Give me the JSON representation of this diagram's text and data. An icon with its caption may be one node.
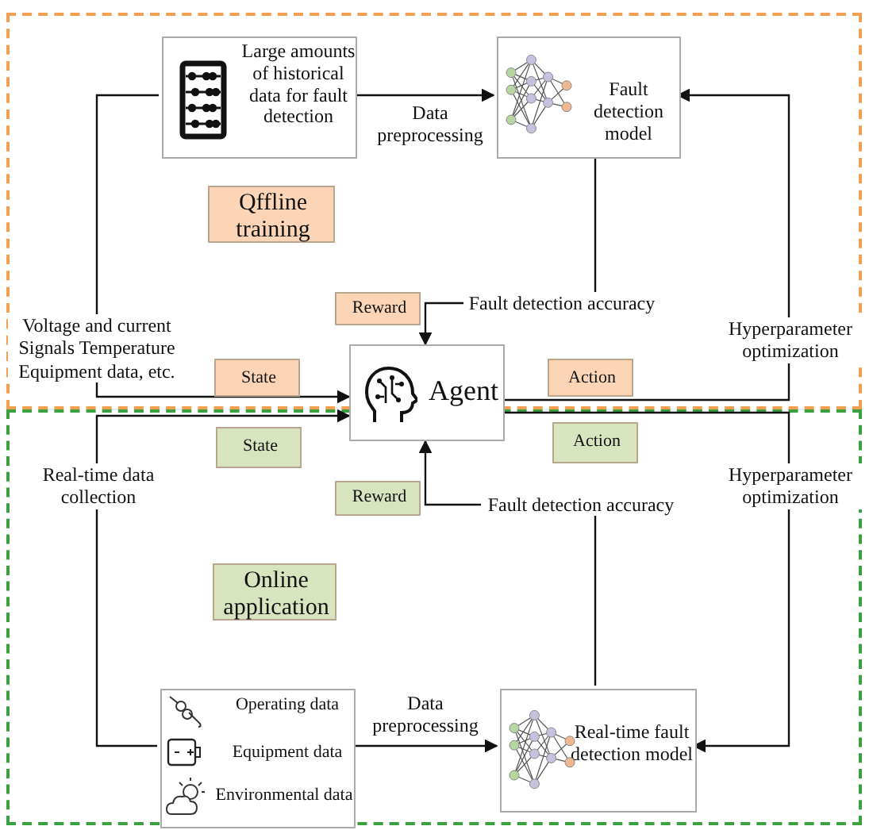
{
  "diagram": {
    "nodes": [
      {
        "text": [],
        "shape": "box"
      },
      {
        "text": [
          "Large amounts of historical data for fault detection"
        ],
        "in": 0
      },
      {
        "text": [
          "Fault detection model"
        ],
        "in": 0
      },
      {
        "text": [
          "Qffline training"
        ],
        "in": 0
      },
      {
        "text": [
          "Reward"
        ],
        "in": 0
      },
      {
        "text": [
          "State"
        ],
        "in": 0
      },
      {
        "text": [
          "Action"
        ],
        "in": 0
      },
      {
        "text": [
          "Agent"
        ]
      },
      {
        "text": [],
        "shape": "box"
      },
      {
        "text": [
          "State"
        ],
        "in": 8
      },
      {
        "text": [
          "Action"
        ],
        "in": 8
      },
      {
        "text": [
          "Reward"
        ],
        "in": 8
      },
      {
        "text": [
          "Online application"
        ],
        "in": 8
      },
      {
        "text": [
          "Operating data",
          "Equipment data",
          "Environmental data"
        ],
        "in": 8
      },
      {
        "text": [
          "Real-time fault detection model"
        ],
        "in": 8
      }
    ],
    "edges": [
      {
        "from": 1,
        "to": 2,
        "arrow": "to",
        "label": "Data preprocessing"
      },
      {
        "from": 1,
        "to": 7,
        "arrow": "to",
        "label": "Voltage and current Signals Temperature Equipment data, etc."
      },
      {
        "from": 2,
        "to": 7,
        "arrow": "to",
        "label": "Fault detection accuracy"
      },
      {
        "from": 7,
        "to": 2,
        "arrow": "to",
        "label": "Hyperparameter optimization"
      },
      {
        "from": 13,
        "to": 7,
        "arrow": "to",
        "label": "Real-time data collection"
      },
      {
        "from": 14,
        "to": 7,
        "arrow": "to",
        "label": "Fault detection accuracy"
      },
      {
        "from": 7,
        "to": 14,
        "arrow": "to",
        "label": "Hyperparameter optimization"
      },
      {
        "from": 13,
        "to": 14,
        "arrow": "to",
        "label": "Data preprocessing"
      }
    ]
  }
}
